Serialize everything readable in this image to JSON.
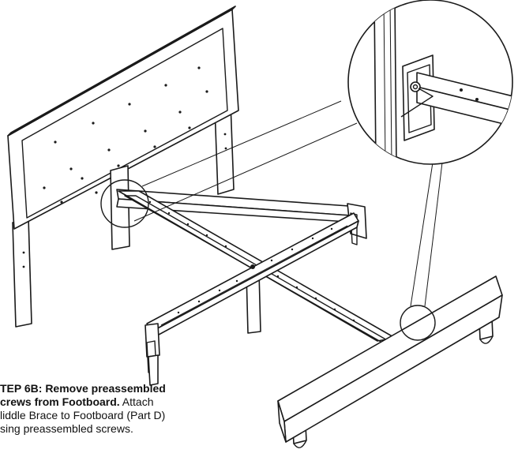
{
  "instruction": {
    "line1_bold": "TEP 6B: Remove preassembled",
    "line2_bold": "crews from Footboard.",
    "line2_rest": " Attach",
    "line3": "liddle Brace to Footboard (Part D)",
    "line4": "sing preassembled screws."
  },
  "colors": {
    "stroke": "#1a1a1a",
    "background": "#ffffff"
  },
  "icons": [
    "allen-key-icon",
    "screw-icon"
  ]
}
